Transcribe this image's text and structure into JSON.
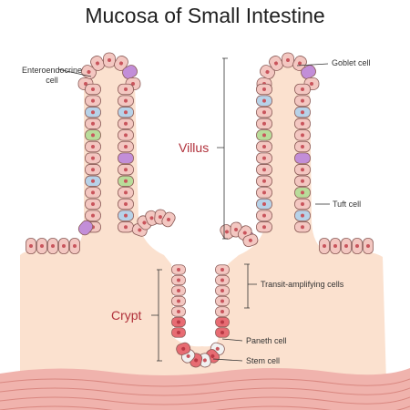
{
  "title": "Mucosa of Small Intestine",
  "labels": {
    "enteroendocrine": "Enteroendocrine\ncell",
    "goblet": "Goblet cell",
    "villus": "Villus",
    "tuft": "Tuft cell",
    "transit": "Transit-amplifying cells",
    "crypt": "Crypt",
    "paneth": "Paneth cell",
    "stem": "Stem cell"
  },
  "colors": {
    "epithelium": "#f3c7c1",
    "epithelium_stroke": "#8a5a56",
    "nucleus": "#c9545c",
    "lamina_propria": "#fbe1cf",
    "goblet": "#c28ed8",
    "enteroendocrine": "#b7d2e8",
    "tuft": "#b9dc9a",
    "paneth": "#e76c73",
    "stem": "#f1f1f1",
    "muscle": "#f0b3ad",
    "title": "#1f1f1f",
    "accent_text": "#b0303a"
  }
}
